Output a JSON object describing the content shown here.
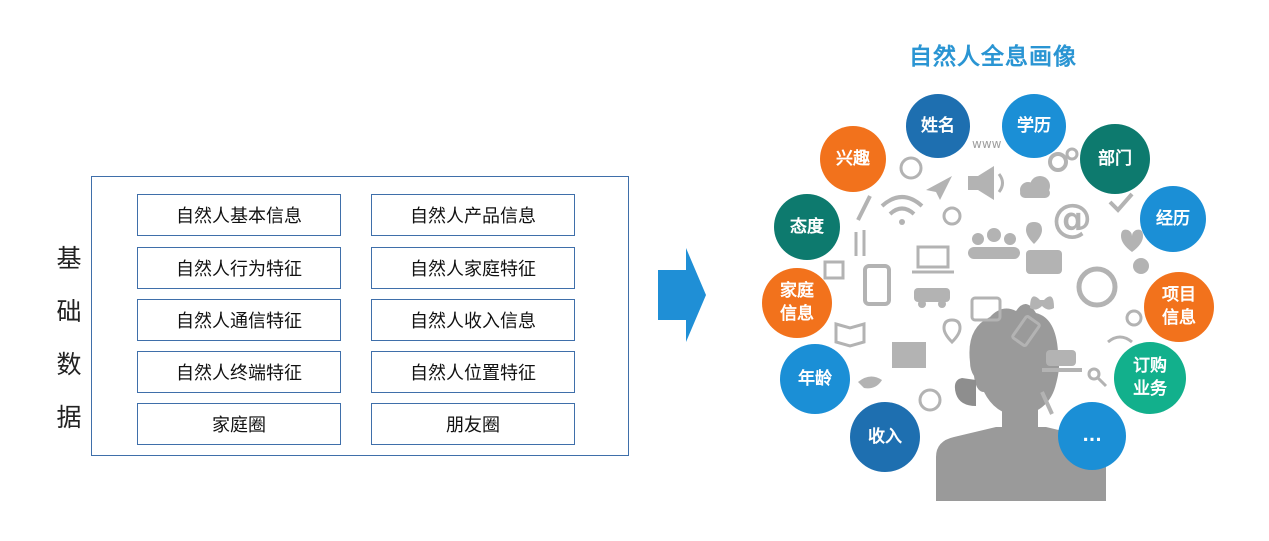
{
  "side_label": [
    "基",
    "础",
    "数",
    "据"
  ],
  "base_data": [
    [
      "自然人基本信息",
      "自然人产品信息"
    ],
    [
      "自然人行为特征",
      "自然人家庭特征"
    ],
    [
      "自然人通信特征",
      "自然人收入信息"
    ],
    [
      "自然人终端特征",
      "自然人位置特征"
    ],
    [
      "家庭圈",
      "朋友圈"
    ]
  ],
  "portrait_title": "自然人全息画像",
  "bubbles": [
    {
      "label": "姓名",
      "color": "#1e6fb0"
    },
    {
      "label": "学历",
      "color": "#1b8fd6"
    },
    {
      "label": "部门",
      "color": "#0d7a6e"
    },
    {
      "label": "经历",
      "color": "#1b8fd6"
    },
    {
      "label": "项目\n信息",
      "color": "#f2721c"
    },
    {
      "label": "订购\n业务",
      "color": "#12b08c"
    },
    {
      "label": "...",
      "color": "#1b8fd6"
    },
    {
      "label": "收入",
      "color": "#1e6fb0"
    },
    {
      "label": "年龄",
      "color": "#1b8fd6"
    },
    {
      "label": "家庭\n信息",
      "color": "#f2721c"
    },
    {
      "label": "态度",
      "color": "#0d7a6e"
    },
    {
      "label": "兴趣",
      "color": "#f2721c"
    }
  ],
  "www_label": "www",
  "colors": {
    "frame": "#3f6faa",
    "arrow": "#1f8fd6",
    "title": "#2a95d3",
    "icons": "#b3b3b3",
    "person": "#9a9a9a"
  }
}
